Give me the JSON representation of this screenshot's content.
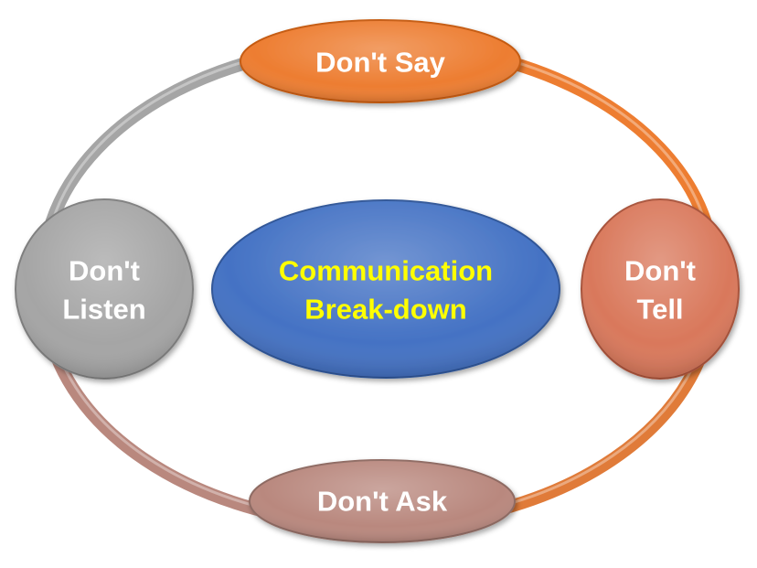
{
  "center": {
    "line1": "Communication",
    "line2": "Break-down",
    "fill": "#4472C4",
    "text_color": "#FFFF00"
  },
  "nodes": {
    "top": {
      "label": "Don't Say",
      "fill": "#ED7D31"
    },
    "right": {
      "line1": "Don't",
      "line2": "Tell",
      "fill": "#D9785B"
    },
    "bottom": {
      "label": "Don't Ask",
      "fill": "#B9887E"
    },
    "left": {
      "line1": "Don't",
      "line2": "Listen",
      "fill": "#A5A5A5"
    }
  },
  "arcs": {
    "top_right": "#ED7D31",
    "bottom_right": "#E07B39",
    "bottom_left": "#B9887E",
    "top_left": "#A5A5A5"
  },
  "label_color": "#FFFFFF"
}
